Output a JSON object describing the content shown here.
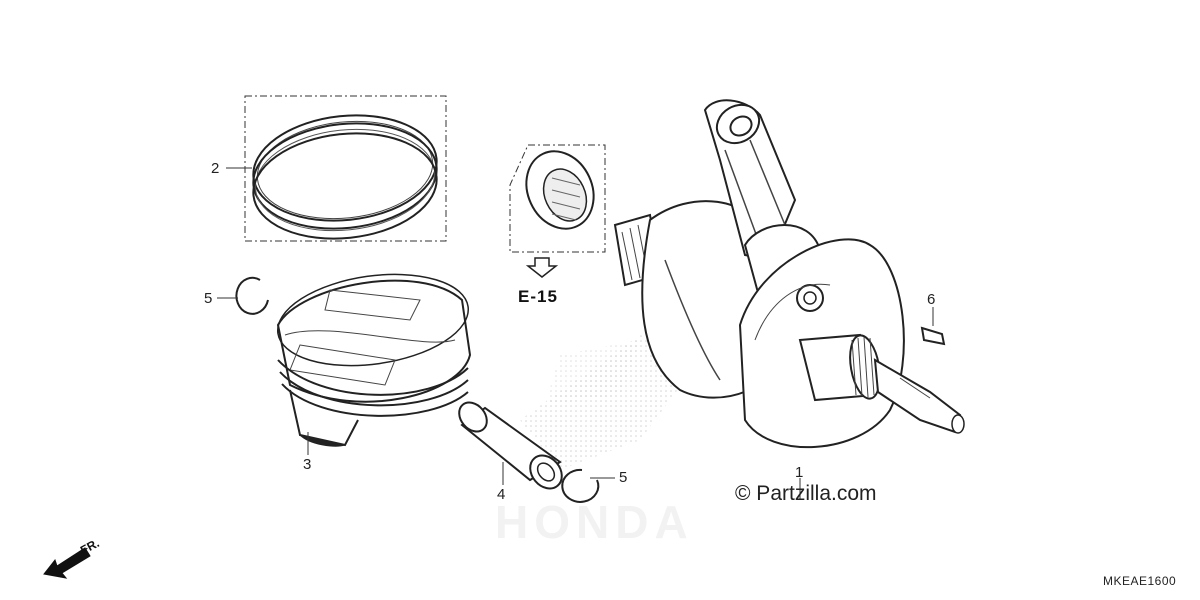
{
  "callouts": {
    "crankshaft": "1",
    "piston_ring_set": "2",
    "piston": "3",
    "piston_pin": "4",
    "clip_left": "5",
    "clip_right": "5",
    "key": "6"
  },
  "reference": "E-15",
  "direction_label": "FR.",
  "copyright": "© Partzilla.com",
  "watermark": "HONDA",
  "diagram_code": "MKEAE1600"
}
